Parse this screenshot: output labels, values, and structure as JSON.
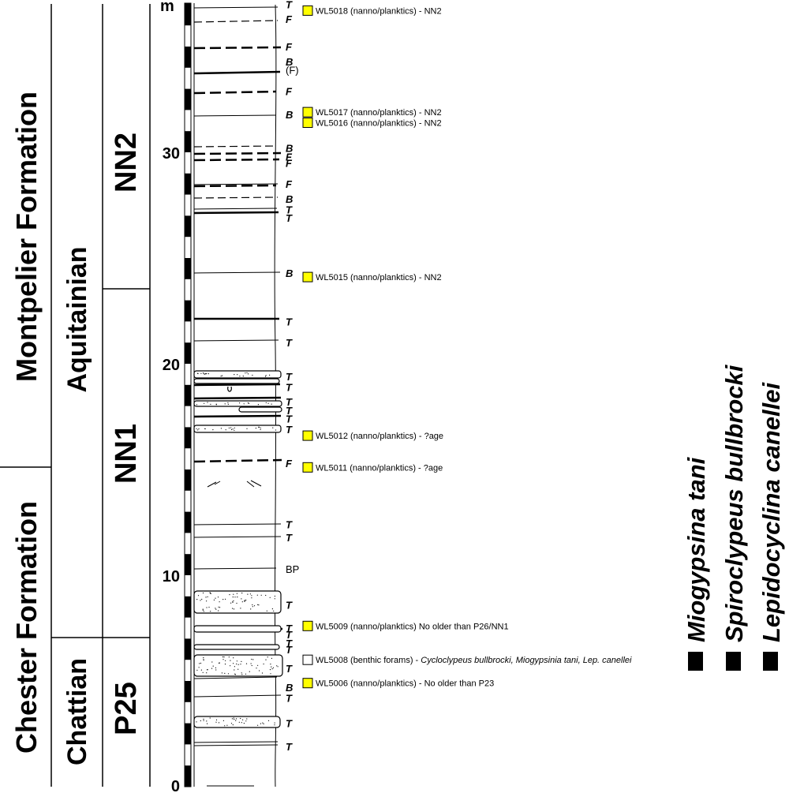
{
  "columns": {
    "formation_upper": "Montpelier Formation",
    "formation_lower": "Chester Formation",
    "stage_upper": "Aquitainian",
    "stage_lower": "Chattian",
    "zone_nn2": "NN2",
    "zone_nn1": "NN1",
    "zone_p25": "P25"
  },
  "scale": {
    "unit": "m",
    "ticks": [
      "0",
      "10",
      "20",
      "30"
    ]
  },
  "codes": [
    {
      "label": "T",
      "depth": 37.0
    },
    {
      "label": "F",
      "depth": 36.3
    },
    {
      "label": "F",
      "depth": 35.0
    },
    {
      "label": "B",
      "depth": 34.3
    },
    {
      "label": "(F)",
      "depth": 33.9
    },
    {
      "label": "F",
      "depth": 32.9
    },
    {
      "label": "B",
      "depth": 31.8
    },
    {
      "label": "B",
      "depth": 30.2
    },
    {
      "label": "F",
      "depth": 29.8
    },
    {
      "label": "F",
      "depth": 29.5
    },
    {
      "label": "F",
      "depth": 28.5
    },
    {
      "label": "B",
      "depth": 27.8
    },
    {
      "label": "T",
      "depth": 27.3
    },
    {
      "label": "T",
      "depth": 26.9
    },
    {
      "label": "B",
      "depth": 24.3
    },
    {
      "label": "T",
      "depth": 22.0
    },
    {
      "label": "T",
      "depth": 21.0
    },
    {
      "label": "T",
      "depth": 19.4
    },
    {
      "label": "T",
      "depth": 18.9
    },
    {
      "label": "T",
      "depth": 18.2
    },
    {
      "label": "T",
      "depth": 17.8
    },
    {
      "label": "T",
      "depth": 17.4
    },
    {
      "label": "T",
      "depth": 16.9
    },
    {
      "label": "F",
      "depth": 15.3
    },
    {
      "label": "T",
      "depth": 12.4
    },
    {
      "label": "T",
      "depth": 11.8
    },
    {
      "label": "BP",
      "depth": 10.3
    },
    {
      "label": "T",
      "depth": 8.6
    },
    {
      "label": "T",
      "depth": 7.5
    },
    {
      "label": "T",
      "depth": 7.2
    },
    {
      "label": "T",
      "depth": 6.8
    },
    {
      "label": "T",
      "depth": 6.5
    },
    {
      "label": "T",
      "depth": 5.6
    },
    {
      "label": "B",
      "depth": 4.7
    },
    {
      "label": "T",
      "depth": 4.2
    },
    {
      "label": "T",
      "depth": 3.0
    },
    {
      "label": "T",
      "depth": 1.9
    }
  ],
  "samples": [
    {
      "text": "WL5018 (nanno/planktics) - NN2",
      "depth": 36.7,
      "color": "#ffff00"
    },
    {
      "text": "WL5017 (nanno/planktics) - NN2",
      "depth": 31.9,
      "color": "#ffff00"
    },
    {
      "text": "WL5016 (nanno/planktics) - NN2",
      "depth": 31.4,
      "color": "#ffff00"
    },
    {
      "text": "WL5015 (nanno/planktics) - NN2",
      "depth": 24.1,
      "color": "#ffff00"
    },
    {
      "text": "WL5012 (nanno/planktics) - ?age",
      "depth": 16.6,
      "color": "#ffff00"
    },
    {
      "text": "WL5011 (nanno/planktics) - ?age",
      "depth": 15.1,
      "color": "#ffff00"
    },
    {
      "text": "WL5009 (nanno/planktics) No older than P26/NN1",
      "depth": 7.6,
      "color": "#ffff00"
    },
    {
      "text": "WL5006 (nanno/planktics) - No older than P23",
      "depth": 4.9,
      "color": "#ffff00"
    }
  ],
  "benthic_sample": {
    "prefix": "WL5008 (benthic forams) - ",
    "species_text": "Cycloclypeus bullbrocki, Miogypsinia tani, Lep. canellei",
    "depth": 6.0,
    "color": "#ffffff"
  },
  "legend": [
    {
      "name": "Miogypsina tani"
    },
    {
      "name": "Spiroclypeus bullbrocki"
    },
    {
      "name": "Lepidocyclina canellei"
    }
  ],
  "colors": {
    "sample_marker": "#ffff00",
    "ink": "#000000"
  }
}
